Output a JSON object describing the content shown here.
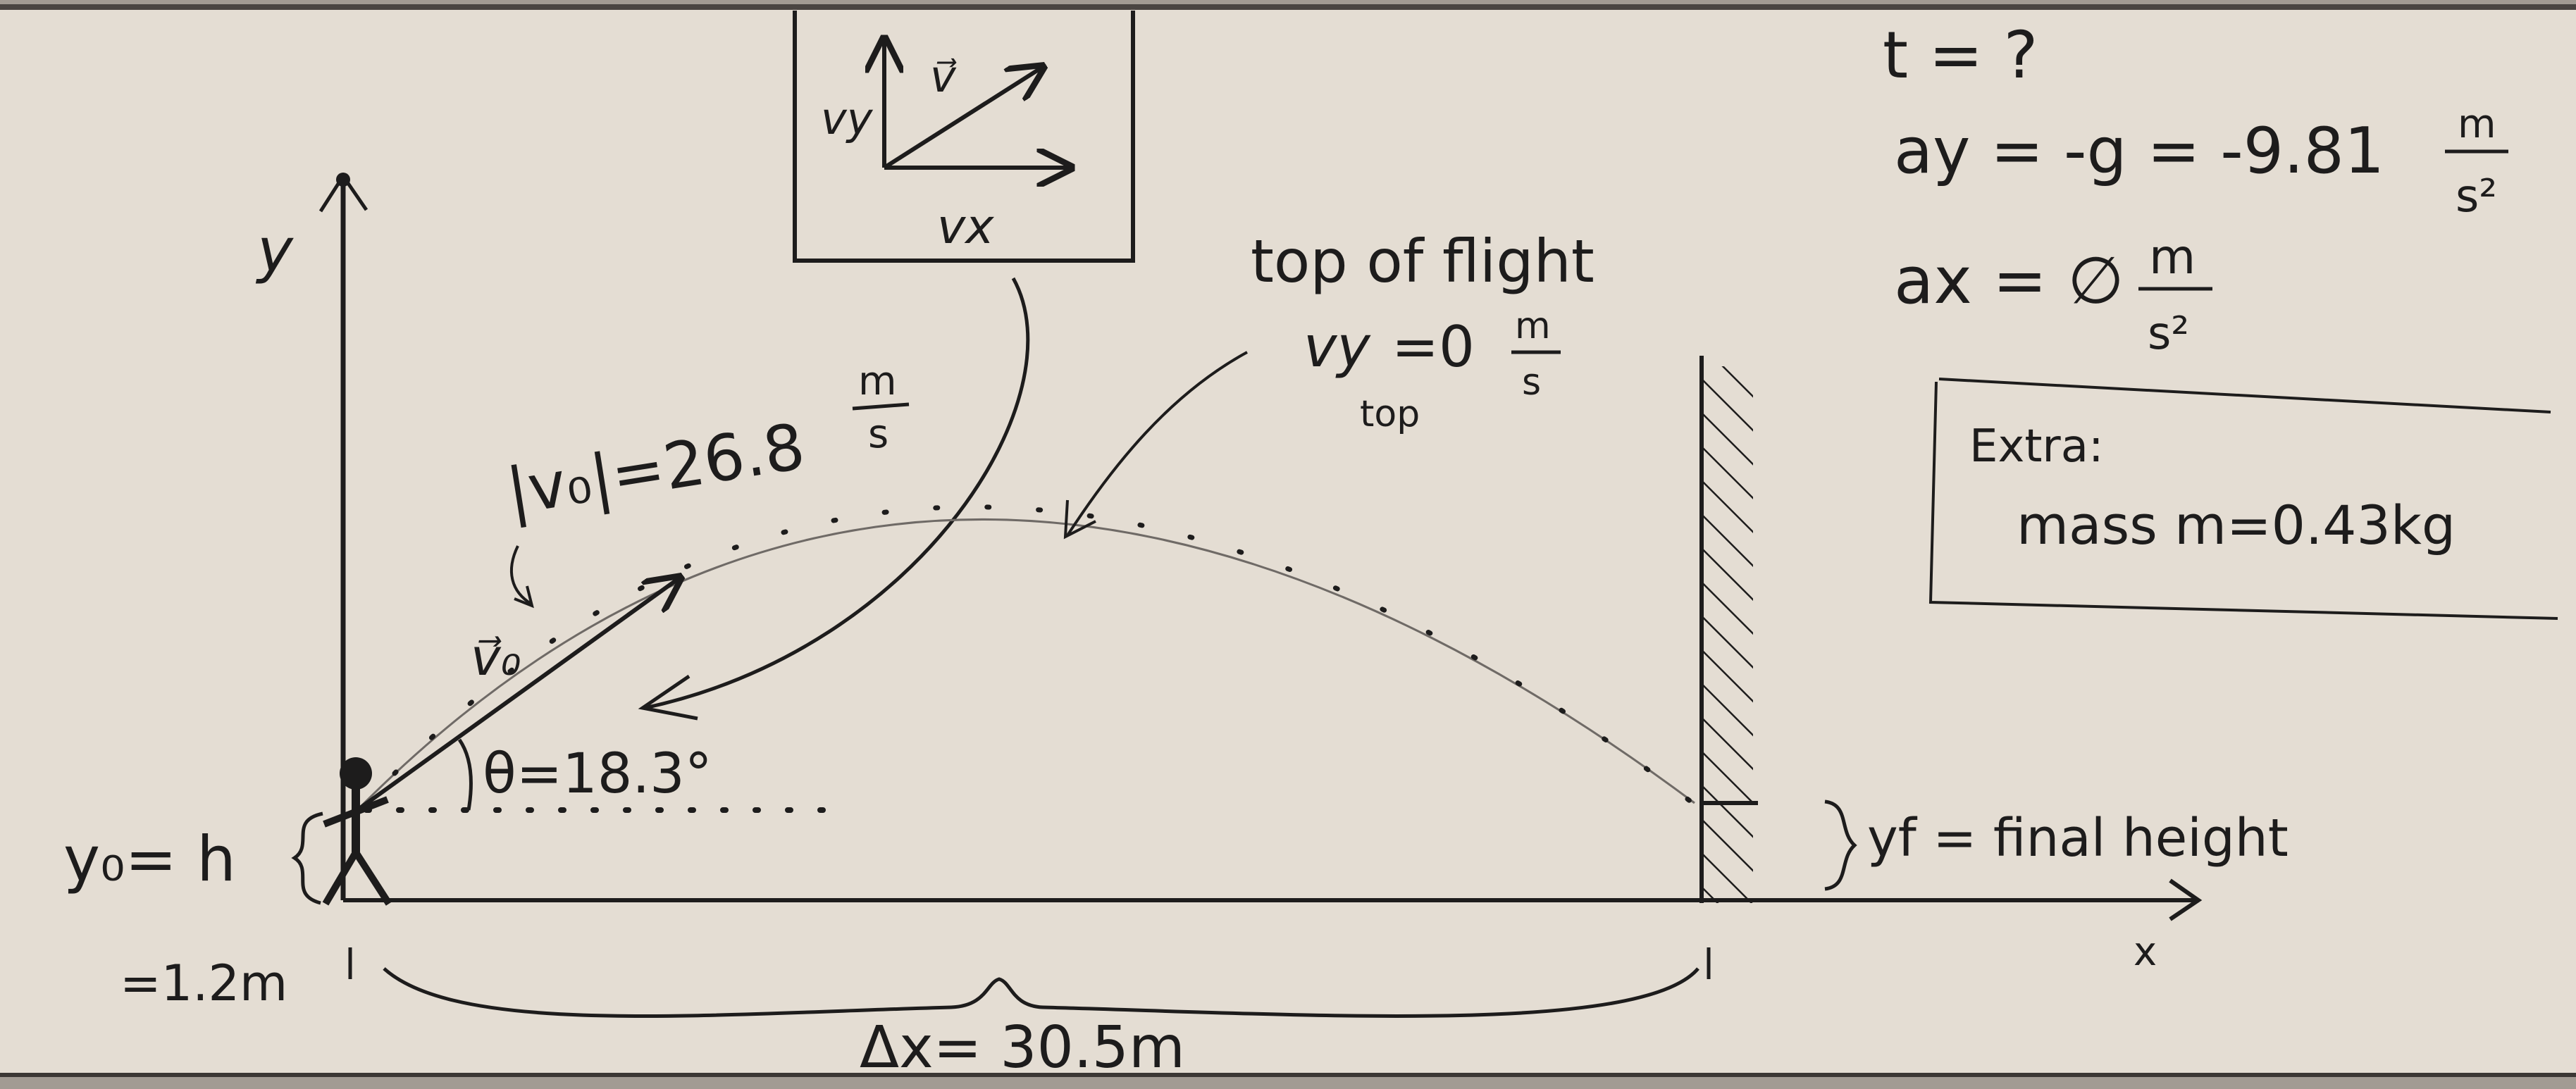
{
  "colors": {
    "paper": "#e4ddd3",
    "paper_edge": "#b7b0a7",
    "ink": "#1d1c1c",
    "pencil": "#6f6a66"
  },
  "axes": {
    "y_label": "y",
    "x_label": "x"
  },
  "inset": {
    "vy_label": "vy",
    "v_label": "v⃗",
    "vx_label": "vx"
  },
  "launch": {
    "speed_label": "|v₀|=26.8",
    "speed_unit_num": "m",
    "speed_unit_den": "s",
    "vector_label": "v⃗₀",
    "angle_label": "θ=18.3°"
  },
  "top_of_flight": {
    "title": "top of flight",
    "vy_top_label": "vy",
    "vy_top_sub": "top",
    "vy_top_value": "=0",
    "unit_num": "m",
    "unit_den": "s"
  },
  "givens": {
    "t_label": "t = ?",
    "ay_label": "ay = -g = -9.81",
    "ay_unit_num": "m",
    "ay_unit_den": "s²",
    "ax_label": "ax = ∅",
    "ax_unit_num": "m",
    "ax_unit_den": "s²"
  },
  "extra": {
    "title": "Extra:",
    "mass_label": "mass m=0.43kg"
  },
  "initial_height": {
    "label": "y₀= h",
    "value": "=1.2m"
  },
  "final_height": {
    "label": "yf = final height"
  },
  "displacement": {
    "label": "Δx= 30.5m"
  }
}
